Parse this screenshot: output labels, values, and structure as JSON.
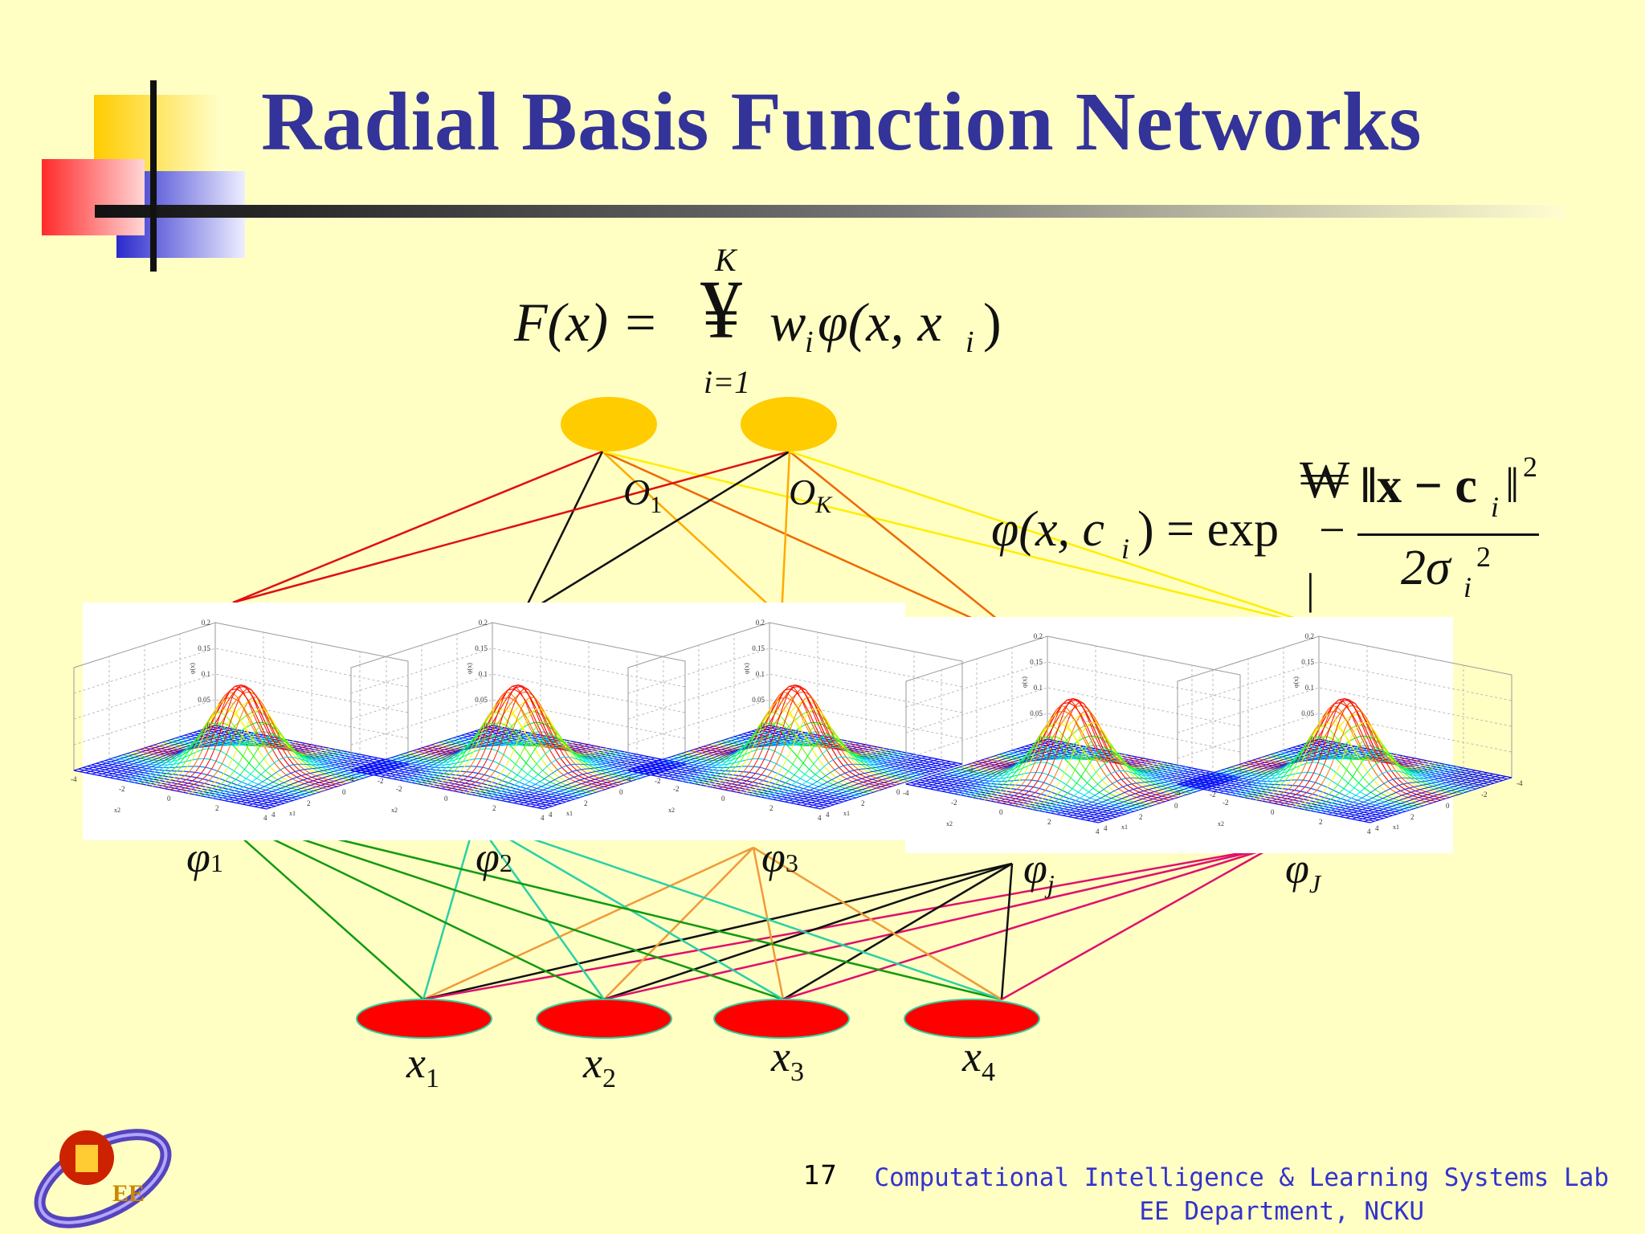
{
  "slide": {
    "title": "Radial Basis Function Networks",
    "page_number": "17",
    "footer_line1": "Computational Intelligence & Learning Systems Lab",
    "footer_line2": "EE Department, NCKU",
    "logo_text": "EE"
  },
  "formula_output": {
    "lhs": "F(x) =",
    "sum_upper": "K",
    "sum_symbol": "¥",
    "sum_lower": "i=1",
    "term": "w",
    "term_sub": "i",
    "phi_part": "φ(x, x",
    "phi_sub": "i",
    "close": ")"
  },
  "formula_kernel": {
    "lhs": "φ(x, c",
    "lhs_sub": "i",
    "lhs_close": ") = exp",
    "bracket_top": "₩",
    "bracket_mid": "−",
    "bracket_bottom": "|",
    "numerator": "‖x − c",
    "numerator_sub": "i",
    "numerator_close": "‖",
    "numerator_exp": "2",
    "denominator": "2σ",
    "denominator_sub": "i",
    "denominator_exp": "2"
  },
  "output_nodes": [
    {
      "label": "O",
      "sub": "1"
    },
    {
      "label": "O",
      "sub": "K"
    }
  ],
  "hidden_nodes": [
    {
      "label": "φ",
      "sub": "1"
    },
    {
      "label": "φ",
      "sub": "2"
    },
    {
      "label": "φ",
      "sub": "3"
    },
    {
      "label": "φ",
      "sub": "j"
    },
    {
      "label": "φ",
      "sub": "J"
    }
  ],
  "input_nodes": [
    {
      "label": "x",
      "sub": "1"
    },
    {
      "label": "x",
      "sub": "2"
    },
    {
      "label": "x",
      "sub": "3"
    },
    {
      "label": "x",
      "sub": "4"
    }
  ],
  "gaussian_plot": {
    "z_ticks": [
      "0.2",
      "0.15",
      "0.1",
      "0.05",
      "0"
    ],
    "x_ticks": [
      "-4",
      "-2",
      "0",
      "2",
      "4"
    ],
    "z_axis_label": "φ(x)",
    "x1_label": "x1",
    "x2_label": "x2"
  },
  "colors": {
    "title": "#333399",
    "output_node": "#ffcc00",
    "input_node": "#ff0000",
    "input_node_stroke": "#33cc99",
    "footer_text": "#3333cc",
    "deco_yellow": "#ffcc00",
    "deco_red": "#ff3333",
    "deco_blue": "#3333cc"
  }
}
